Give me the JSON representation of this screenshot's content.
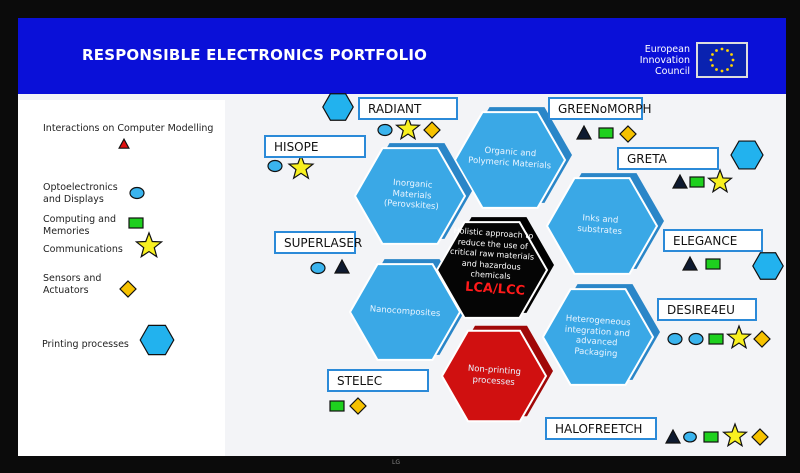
{
  "header": {
    "title": "RESPONSIBLE ELECTRONICS PORTFOLIO",
    "logo_text": [
      "European",
      "Innovation",
      "Council"
    ],
    "color": "#0a10d8"
  },
  "legend": [
    {
      "label": "Interactions on Computer Modelling",
      "icon": "triangle-icon"
    },
    {
      "label": "Optoelectronics and Displays",
      "icon": "circle-icon"
    },
    {
      "label": "Computing and Memories",
      "icon": "rectangle-icon"
    },
    {
      "label": "Communications",
      "icon": "star-icon"
    },
    {
      "label": "Sensors and Actuators",
      "icon": "diamond-icon"
    },
    {
      "label": "Printing processes",
      "icon": "hexagon-icon"
    }
  ],
  "hexagons": {
    "center": "Holistic approach to reduce the use of critical raw materials and hazardous chemicals",
    "center_highlight": "LCA/LCC",
    "organic": "Organic and Polymeric Materials",
    "inorganic": "Inorganic Materials (Perovskites)",
    "inks": "Inks and substrates",
    "nano": "Nanocomposites",
    "hetero": "Heterogeneous integration and advanced Packaging",
    "nonprinting": "Non-printing processes"
  },
  "projects": [
    "RADIANT",
    "GREENoMORPH",
    "HISOPE",
    "GRETA",
    "SUPERLASER",
    "ELEGANCE",
    "DESIRE4EU",
    "STELEC",
    "HALOFREETCH"
  ],
  "tv_brand": "LG",
  "colors": {
    "hex_blue": "#3aa8e6",
    "hex_red": "#d01010",
    "hex_black": "#050505",
    "accent_red": "#ff1a1a"
  }
}
